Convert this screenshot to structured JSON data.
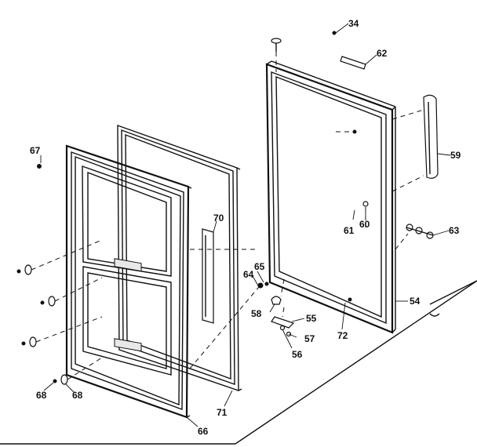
{
  "labels": {
    "p34": "34",
    "p62": "62",
    "p59": "59",
    "p67": "67",
    "p70": "70",
    "p61": "61",
    "p60": "60",
    "p63": "63",
    "p65": "65",
    "p64": "64",
    "p54": "54",
    "p58": "58",
    "p55": "55",
    "p72": "72",
    "p57": "57",
    "p56": "56",
    "p71": "71",
    "p68a": "68",
    "p68b": "68",
    "p66": "66"
  }
}
